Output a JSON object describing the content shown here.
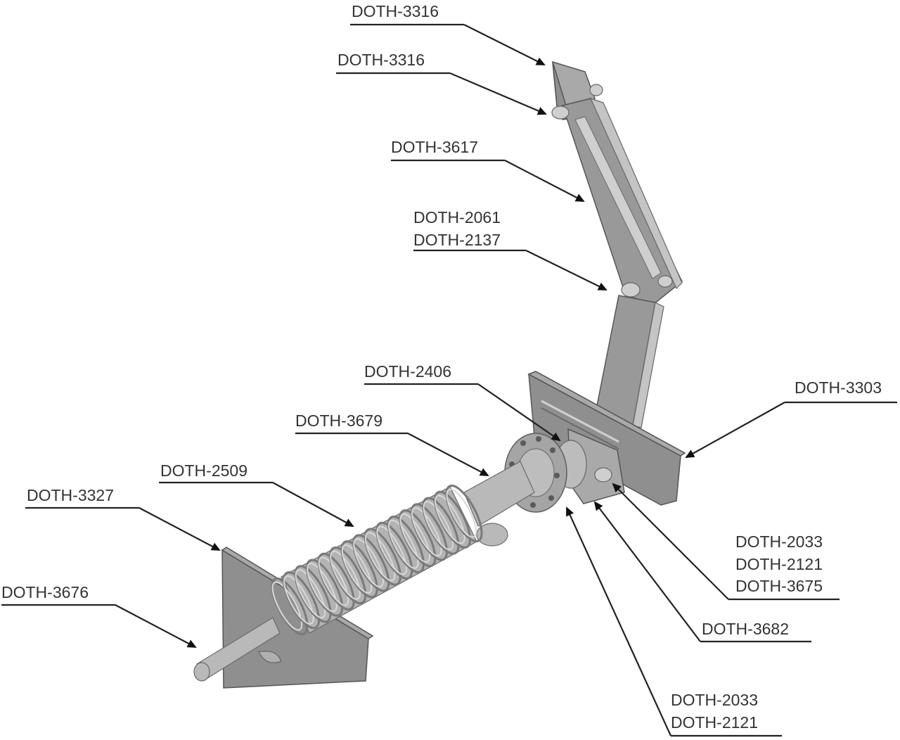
{
  "diagram": {
    "labels": [
      {
        "id": "top-1",
        "lines": [
          "DOTH-3316"
        ]
      },
      {
        "id": "top-2",
        "lines": [
          "DOTH-3316"
        ]
      },
      {
        "id": "arm-upper",
        "lines": [
          "DOTH-3617"
        ]
      },
      {
        "id": "pivot",
        "lines": [
          "DOTH-2061",
          "DOTH-2137"
        ]
      },
      {
        "id": "hub-top",
        "lines": [
          "DOTH-2406"
        ]
      },
      {
        "id": "plate-right",
        "lines": [
          "DOTH-3303"
        ]
      },
      {
        "id": "shaft",
        "lines": [
          "DOTH-3679"
        ]
      },
      {
        "id": "spring",
        "lines": [
          "DOTH-2509"
        ]
      },
      {
        "id": "plate-left",
        "lines": [
          "DOTH-3327"
        ]
      },
      {
        "id": "handle",
        "lines": [
          "DOTH-3676"
        ]
      },
      {
        "id": "bolt-group-right",
        "lines": [
          "DOTH-2033",
          "DOTH-2121",
          "DOTH-3675"
        ]
      },
      {
        "id": "washer",
        "lines": [
          "DOTH-3682"
        ]
      },
      {
        "id": "bolt-group-bottom",
        "lines": [
          "DOTH-2033",
          "DOTH-2121"
        ]
      }
    ]
  }
}
